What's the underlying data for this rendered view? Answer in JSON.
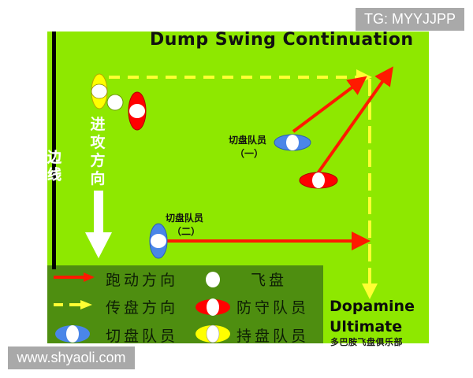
{
  "watermarks": {
    "top_right": "TG: MYYJJPP",
    "bottom_left": "www.shyaoli.com"
  },
  "diagram": {
    "title": "Dump Swing Continuation",
    "sideline_label": "边线",
    "attack_direction_label": "进攻方向",
    "players": [
      {
        "role": "持盘队员",
        "name": "handler",
        "color": "#ffff00",
        "orientation": "vertical"
      },
      {
        "role": "防守队员",
        "name": "defender-1",
        "color": "#ff0000",
        "orientation": "vertical"
      },
      {
        "role": "切盘队员",
        "name": "cutter-1",
        "label": "切盘队员",
        "sub": "（一）",
        "color": "#4a86e8",
        "orientation": "horizontal"
      },
      {
        "role": "防守队员",
        "name": "defender-2",
        "color": "#ff0000",
        "orientation": "horizontal"
      },
      {
        "role": "切盘队员",
        "name": "cutter-2",
        "label": "切盘队员",
        "sub": "（二）",
        "color": "#4a86e8",
        "orientation": "vertical"
      }
    ],
    "cutter1_label": "切盘队员",
    "cutter1_sub": "（一）",
    "cutter2_label": "切盘队员",
    "cutter2_sub": "（二）",
    "colors": {
      "field": "#8ee800",
      "legend_bg": "#4e8e10",
      "run_arrow": "#ff1a00",
      "pass_arrow": "#ffff33",
      "cutter": "#4a86e8",
      "defender": "#ff0000",
      "handler": "#ffff00",
      "disc": "#ffffff"
    }
  },
  "legend": {
    "run_direction": "跑动方向",
    "disc": "飞盘",
    "pass_direction": "传盘方向",
    "defender": "防守队员",
    "cutter": "切盘队员",
    "handler": "持盘队员"
  },
  "brand": {
    "line1": "Dopamine",
    "line2": "Ultimate",
    "chinese": "多巴胺飞盘俱乐部"
  }
}
